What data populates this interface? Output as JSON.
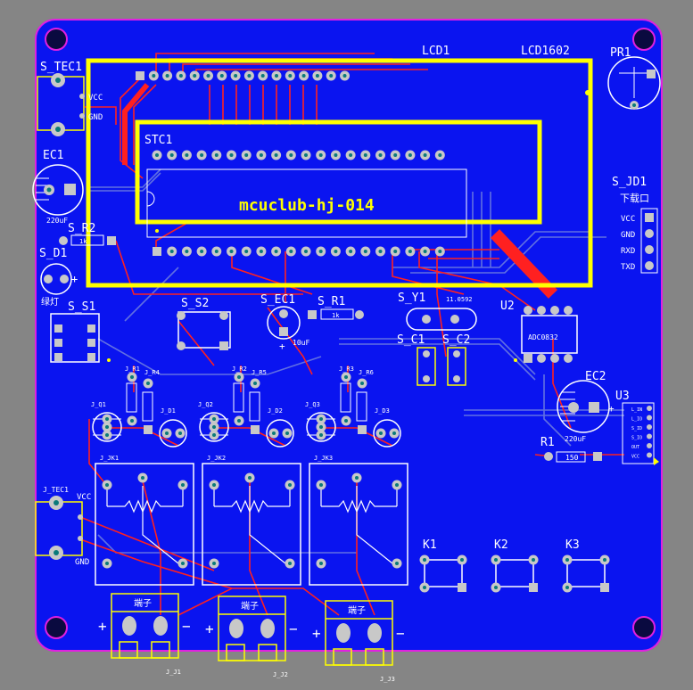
{
  "board": {
    "title": "mcuclub-hj-014",
    "colors": {
      "background": "#858585",
      "board": "#0a14f0",
      "outline": "#e020e0",
      "top_trace": "#ff2020",
      "bottom_trace": "#5c6ad8",
      "silkscreen_yellow": "#ffff00",
      "silkscreen_white": "#ffffff",
      "pad": "#c8c8c8",
      "drill": "#0a7a7a"
    }
  },
  "labels": {
    "lcd1": "LCD1",
    "lcd1602": "LCD1602",
    "pr1": "PR1",
    "s_tec1": "S_TEC1",
    "vcc": "VCC",
    "gnd": "GND",
    "ec1": "EC1",
    "ec1_value": "220uF",
    "stc1": "STC1",
    "s_r2": "S_R2",
    "r2_value": "1k",
    "s_d1": "S_D1",
    "led_note": "绿灯",
    "s_s1": "S_S1",
    "s_s2": "S_S2",
    "s_ec1": "S_EC1",
    "s_ec1_value": "10uF",
    "s_r1": "S_R1",
    "r1_value": "1k",
    "s_y1": "S_Y1",
    "y1_value": "11.0592",
    "s_c1": "S_C1",
    "s_c2": "S_C2",
    "u2": "U2",
    "u2_part": "ADC0832",
    "s_jd1": "S_JD1",
    "s_jd1_note": "下载口",
    "rxd": "RXD",
    "txd": "TXD",
    "ec2": "EC2",
    "ec2_value": "220uF",
    "u3": "U3",
    "u3_pins": [
      "L_IN",
      "L_IO",
      "S_ID",
      "S_IO",
      "OUT",
      "VCC"
    ],
    "r1": "R1",
    "r1_part_value": "150",
    "jr1": "J_R1",
    "jr2": "J_R2",
    "jr3": "J_R3",
    "jr4": "J_R4",
    "jr5": "J_R5",
    "jr6": "J_R6",
    "jq1": "J_Q1",
    "jq2": "J_Q2",
    "jq3": "J_Q3",
    "jd1": "J_D1",
    "jd2": "J_D2",
    "jd3": "J_D3",
    "jk1": "J_JK1",
    "jk2": "J_JK2",
    "jk3": "J_JK3",
    "j_tec1": "J_TEC1",
    "k1": "K1",
    "k2": "K2",
    "k3": "K3",
    "terminal": "端子",
    "jj1": "J_J1",
    "jj2": "J_J2",
    "jj3": "J_J3",
    "plus": "+",
    "minus": "−"
  }
}
